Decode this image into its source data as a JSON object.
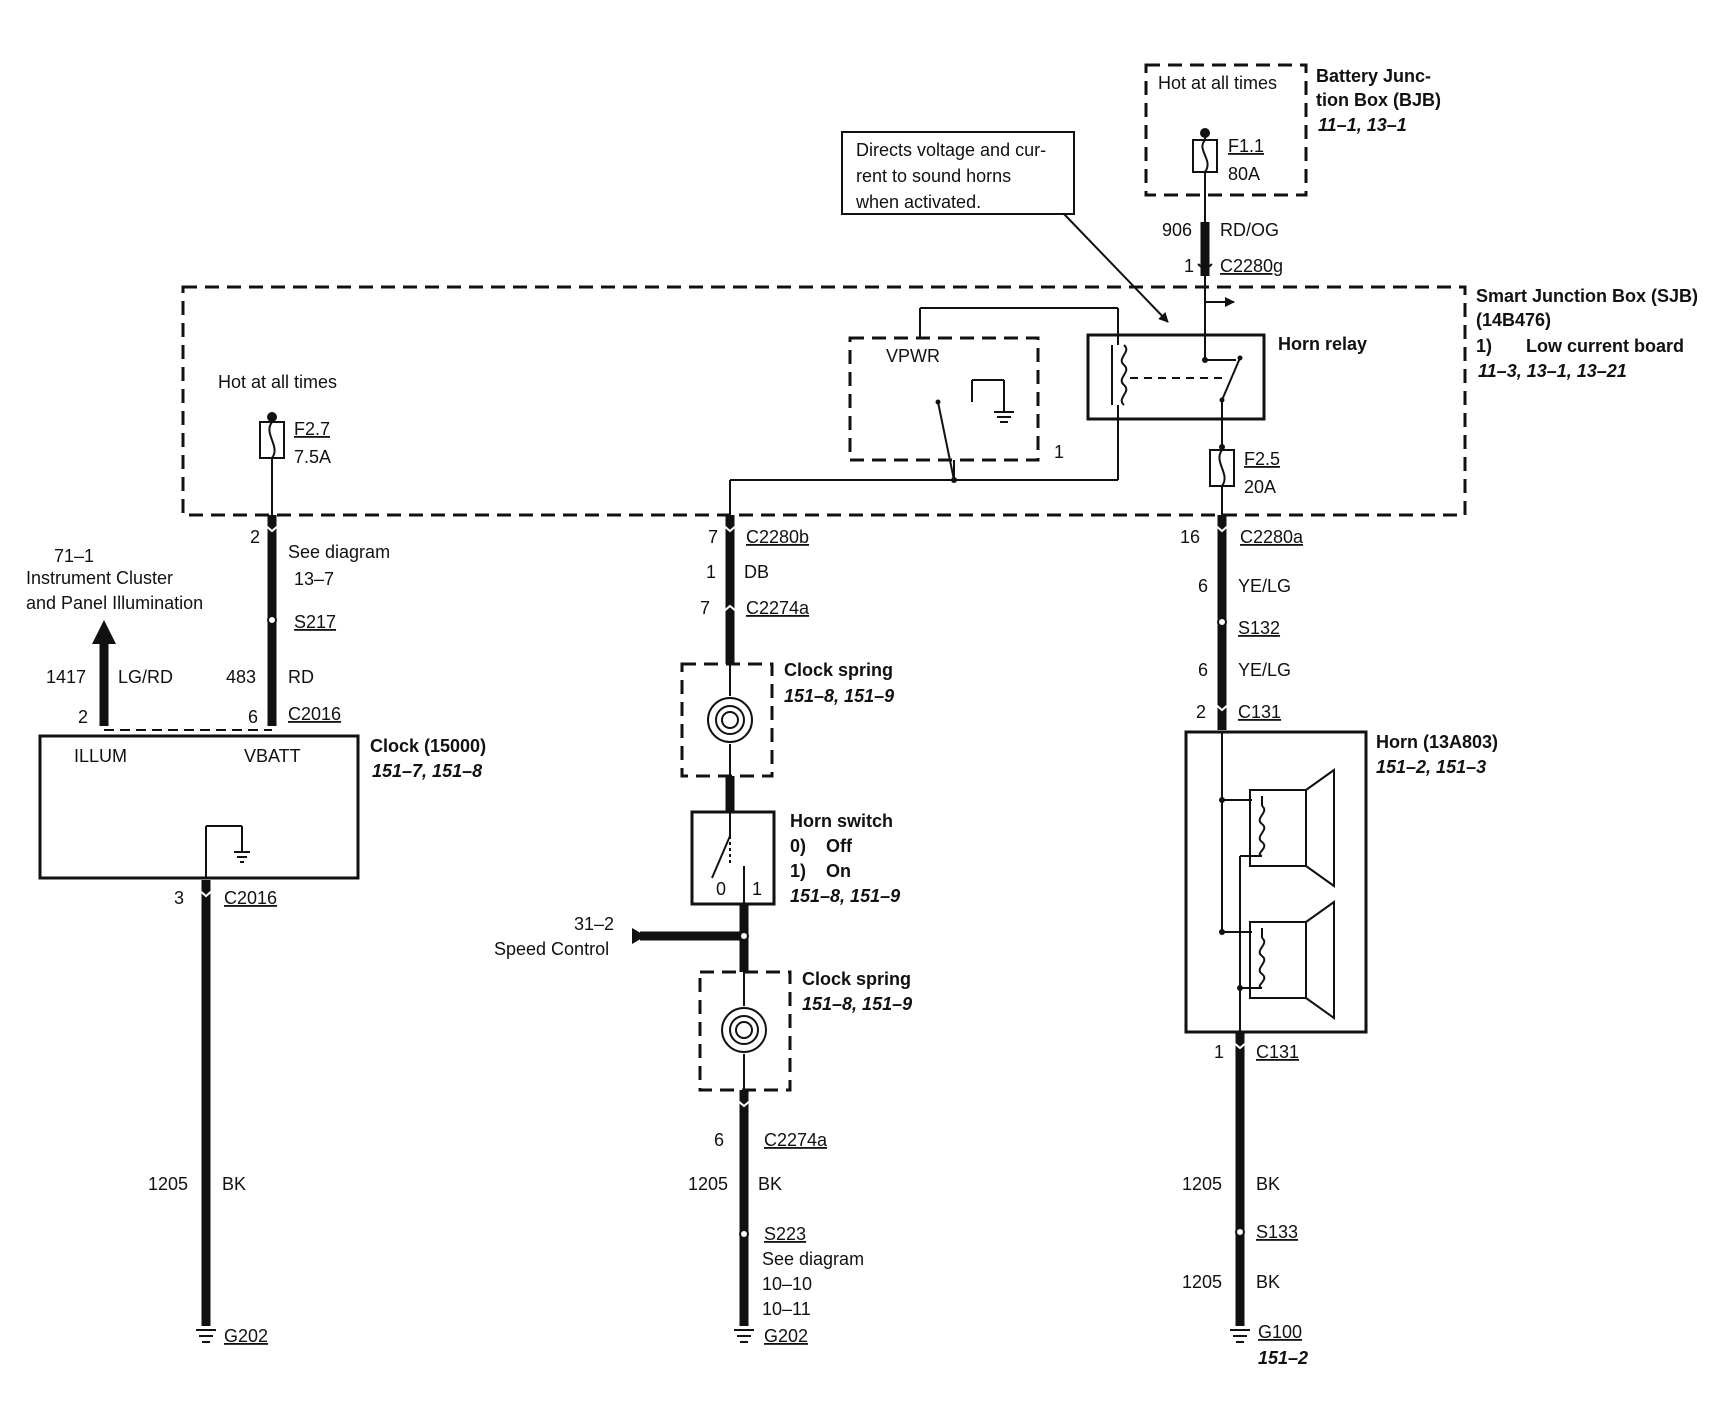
{
  "bjb": {
    "hot_label": "Hot at all times",
    "title1": "Battery Junc-",
    "title2": "tion Box (BJB)",
    "refs": "11–1, 13–1",
    "fuse_name": "F1.1",
    "fuse_rating": "80A",
    "wire_num": "906",
    "wire_color": "RD/OG",
    "pin": "1",
    "connector": "C2280g"
  },
  "callout": {
    "line1": "Directs voltage and cur-",
    "line2": "rent to sound horns",
    "line3": "when activated."
  },
  "sjb": {
    "title1": "Smart Junction Box (SJB)",
    "title2": "(14B476)",
    "board_num": "1)",
    "board": "Low current board",
    "refs": "11–3, 13–1, 13–21",
    "relay_label": "Horn relay",
    "vpwr_label": "VPWR",
    "vpwr_pin": "1",
    "hot_label": "Hot at all times",
    "fuse_a_name": "F2.7",
    "fuse_a_rating": "7.5A",
    "fuse_b_name": "F2.5",
    "fuse_b_rating": "20A"
  },
  "left": {
    "pin_top": "2",
    "see_diagram": "See diagram",
    "see_ref": "13–7",
    "splice": "S217",
    "ref_num": "71–1",
    "ref_line1": "Instrument Cluster",
    "ref_line2": "and Panel Illumination",
    "wire_a_num": "1417",
    "wire_a_color": "LG/RD",
    "pin_a": "2",
    "wire_b_num": "483",
    "wire_b_color": "RD",
    "pin_b": "6",
    "conn_top": "C2016",
    "clock_title": "Clock (15000)",
    "clock_refs": "151–7, 151–8",
    "illum": "ILLUM",
    "vbatt": "VBATT",
    "pin_bottom": "3",
    "conn_bottom": "C2016",
    "gnd_wire_num": "1205",
    "gnd_wire_color": "BK",
    "ground": "G202"
  },
  "center": {
    "pin1": "7",
    "conn1": "C2280b",
    "pin2": "1",
    "color": "DB",
    "pin3": "7",
    "conn2": "C2274a",
    "cs_title": "Clock spring",
    "cs_refs": "151–8, 151–9",
    "hs_title": "Horn switch",
    "hs_off_num": "0)",
    "hs_off": "Off",
    "hs_on_num": "1)",
    "hs_on": "On",
    "hs_refs": "151–8, 151–9",
    "hs_pos0": "0",
    "hs_pos1": "1",
    "sc_ref": "31–2",
    "sc_label": "Speed Control",
    "cs2_title": "Clock spring",
    "cs2_refs": "151–8, 151–9",
    "pin4": "6",
    "conn3": "C2274a",
    "wire_num": "1205",
    "wire_color": "BK",
    "splice": "S223",
    "see_diagram": "See diagram",
    "see_ref1": "10–10",
    "see_ref2": "10–11",
    "ground": "G202"
  },
  "right": {
    "pin1": "16",
    "conn1": "C2280a",
    "wire1_num": "6",
    "wire1_color": "YE/LG",
    "splice1": "S132",
    "wire2_num": "6",
    "wire2_color": "YE/LG",
    "pin2": "2",
    "conn2": "C131",
    "horn_title": "Horn (13A803)",
    "horn_refs": "151–2, 151–3",
    "pin3": "1",
    "conn3": "C131",
    "wire3_num": "1205",
    "wire3_color": "BK",
    "splice2": "S133",
    "wire4_num": "1205",
    "wire4_color": "BK",
    "ground": "G100",
    "ground_ref": "151–2"
  }
}
